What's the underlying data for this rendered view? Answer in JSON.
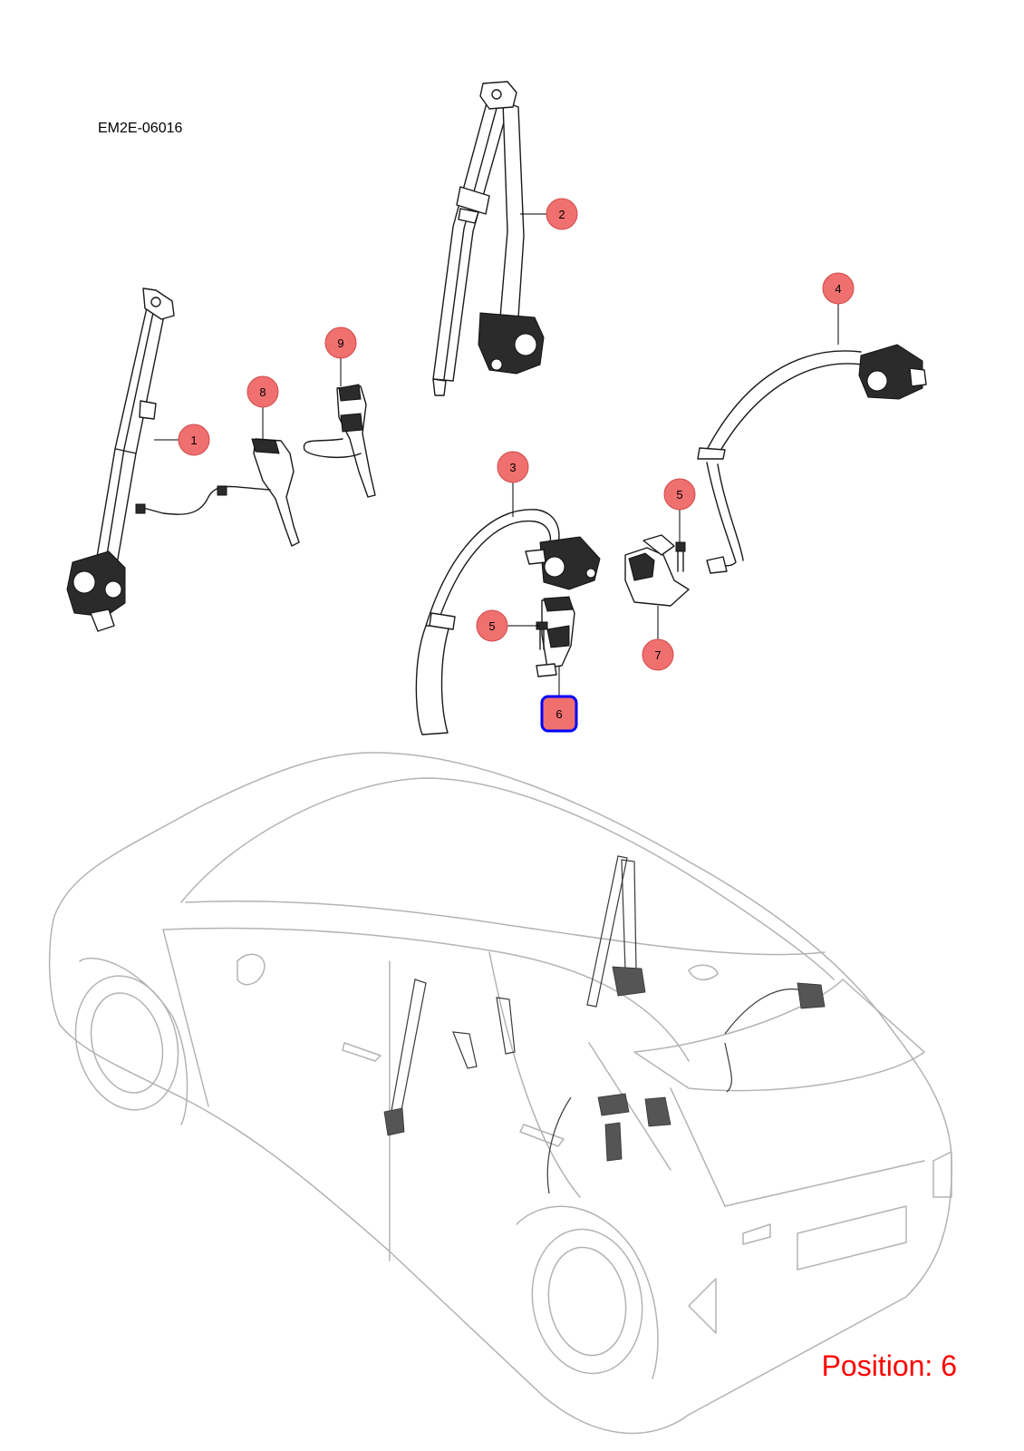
{
  "diagram_code": "EM2E-06016",
  "position_readout": "Position: 6",
  "highlight_color": "#0000ff",
  "callout_color": "#f07070",
  "callouts": [
    {
      "id": "callout-1",
      "label": "1"
    },
    {
      "id": "callout-2",
      "label": "2"
    },
    {
      "id": "callout-3",
      "label": "3"
    },
    {
      "id": "callout-4",
      "label": "4"
    },
    {
      "id": "callout-5a",
      "label": "5"
    },
    {
      "id": "callout-5b",
      "label": "5"
    },
    {
      "id": "callout-6",
      "label": "6"
    },
    {
      "id": "callout-7",
      "label": "7"
    },
    {
      "id": "callout-8",
      "label": "8"
    },
    {
      "id": "callout-9",
      "label": "9"
    }
  ],
  "selected_position": "6"
}
